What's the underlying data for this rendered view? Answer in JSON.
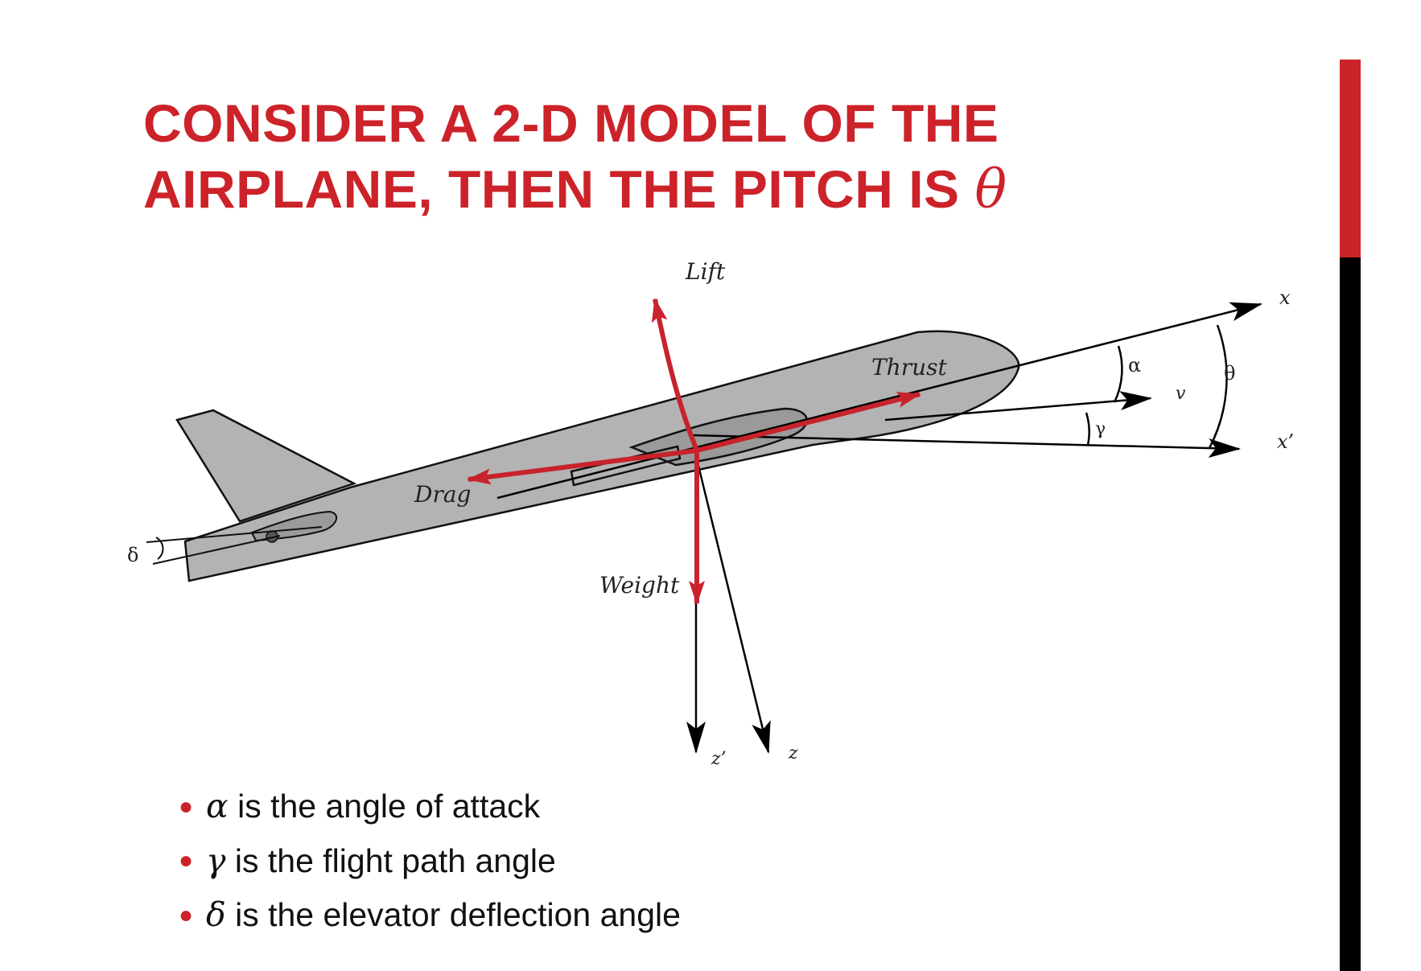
{
  "slide": {
    "title_line1": "CONSIDER A 2-D MODEL OF THE",
    "title_line2": "AIRPLANE, THEN THE PITCH IS",
    "title_symbol": "θ"
  },
  "diagram": {
    "labels": {
      "lift": "Lift",
      "thrust": "Thrust",
      "drag": "Drag",
      "weight": "Weight",
      "x": "x",
      "x_prime": "x’",
      "z": "z",
      "z_prime": "z’",
      "alpha": "α",
      "gamma": "γ",
      "theta": "θ",
      "v": "v",
      "delta": "δ"
    },
    "colors": {
      "force_arrows": "#c8232c",
      "fuselage": "#b3b3b3",
      "axes": "#000000"
    }
  },
  "bullets": [
    {
      "symbol": "α",
      "text": " is the angle of attack"
    },
    {
      "symbol": "γ",
      "text": " is the flight path angle"
    },
    {
      "symbol": "δ",
      "text": " is the elevator deflection angle"
    }
  ],
  "theme": {
    "accent": "#cc2229",
    "bar_top": "#cc2229",
    "bar_bottom": "#000000"
  }
}
